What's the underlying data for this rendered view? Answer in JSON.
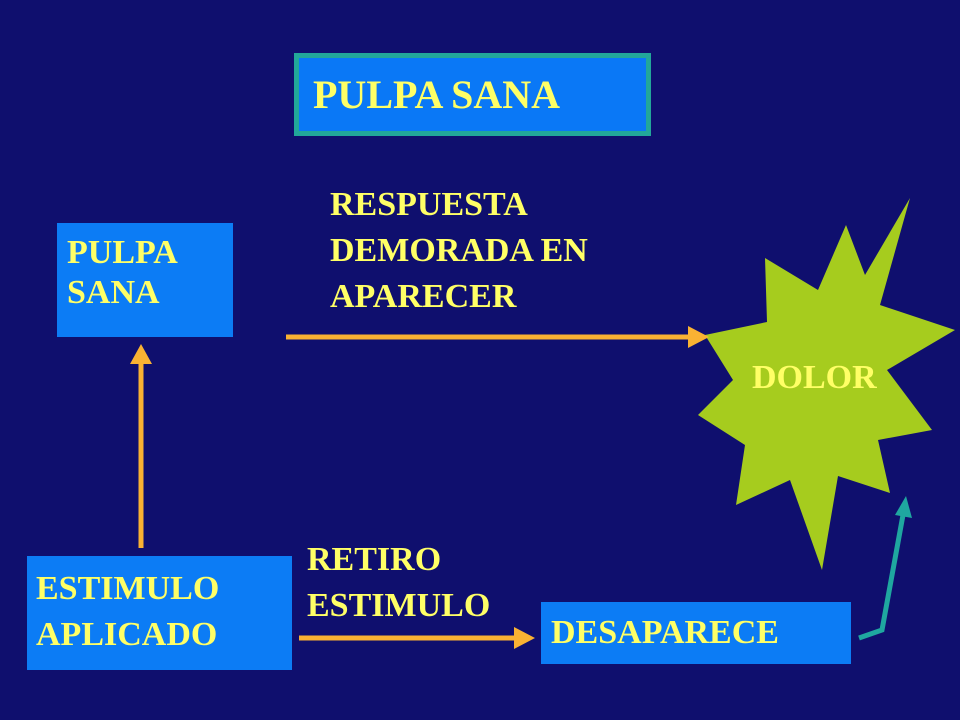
{
  "title": "PULPA SANA",
  "pulpa_box": {
    "lines": [
      "PULPA",
      "SANA"
    ]
  },
  "estimulo_box": {
    "lines": [
      "ESTIMULO",
      "APLICADO"
    ]
  },
  "respuesta_label": {
    "lines": [
      "RESPUESTA",
      "DEMORADA EN",
      "APARECER"
    ]
  },
  "retiro_label": {
    "lines": [
      "RETIRO",
      "ESTIMULO"
    ]
  },
  "desaparece": "DESAPARECE",
  "dolor": "DOLOR",
  "colors": {
    "background": "#0f0f6e",
    "box_fill": "#0c7cf5",
    "text": "#ffff66",
    "arrow_orange": "#f9b233",
    "arrow_teal": "#1fa7a0",
    "starburst": "#a6cc1e"
  }
}
